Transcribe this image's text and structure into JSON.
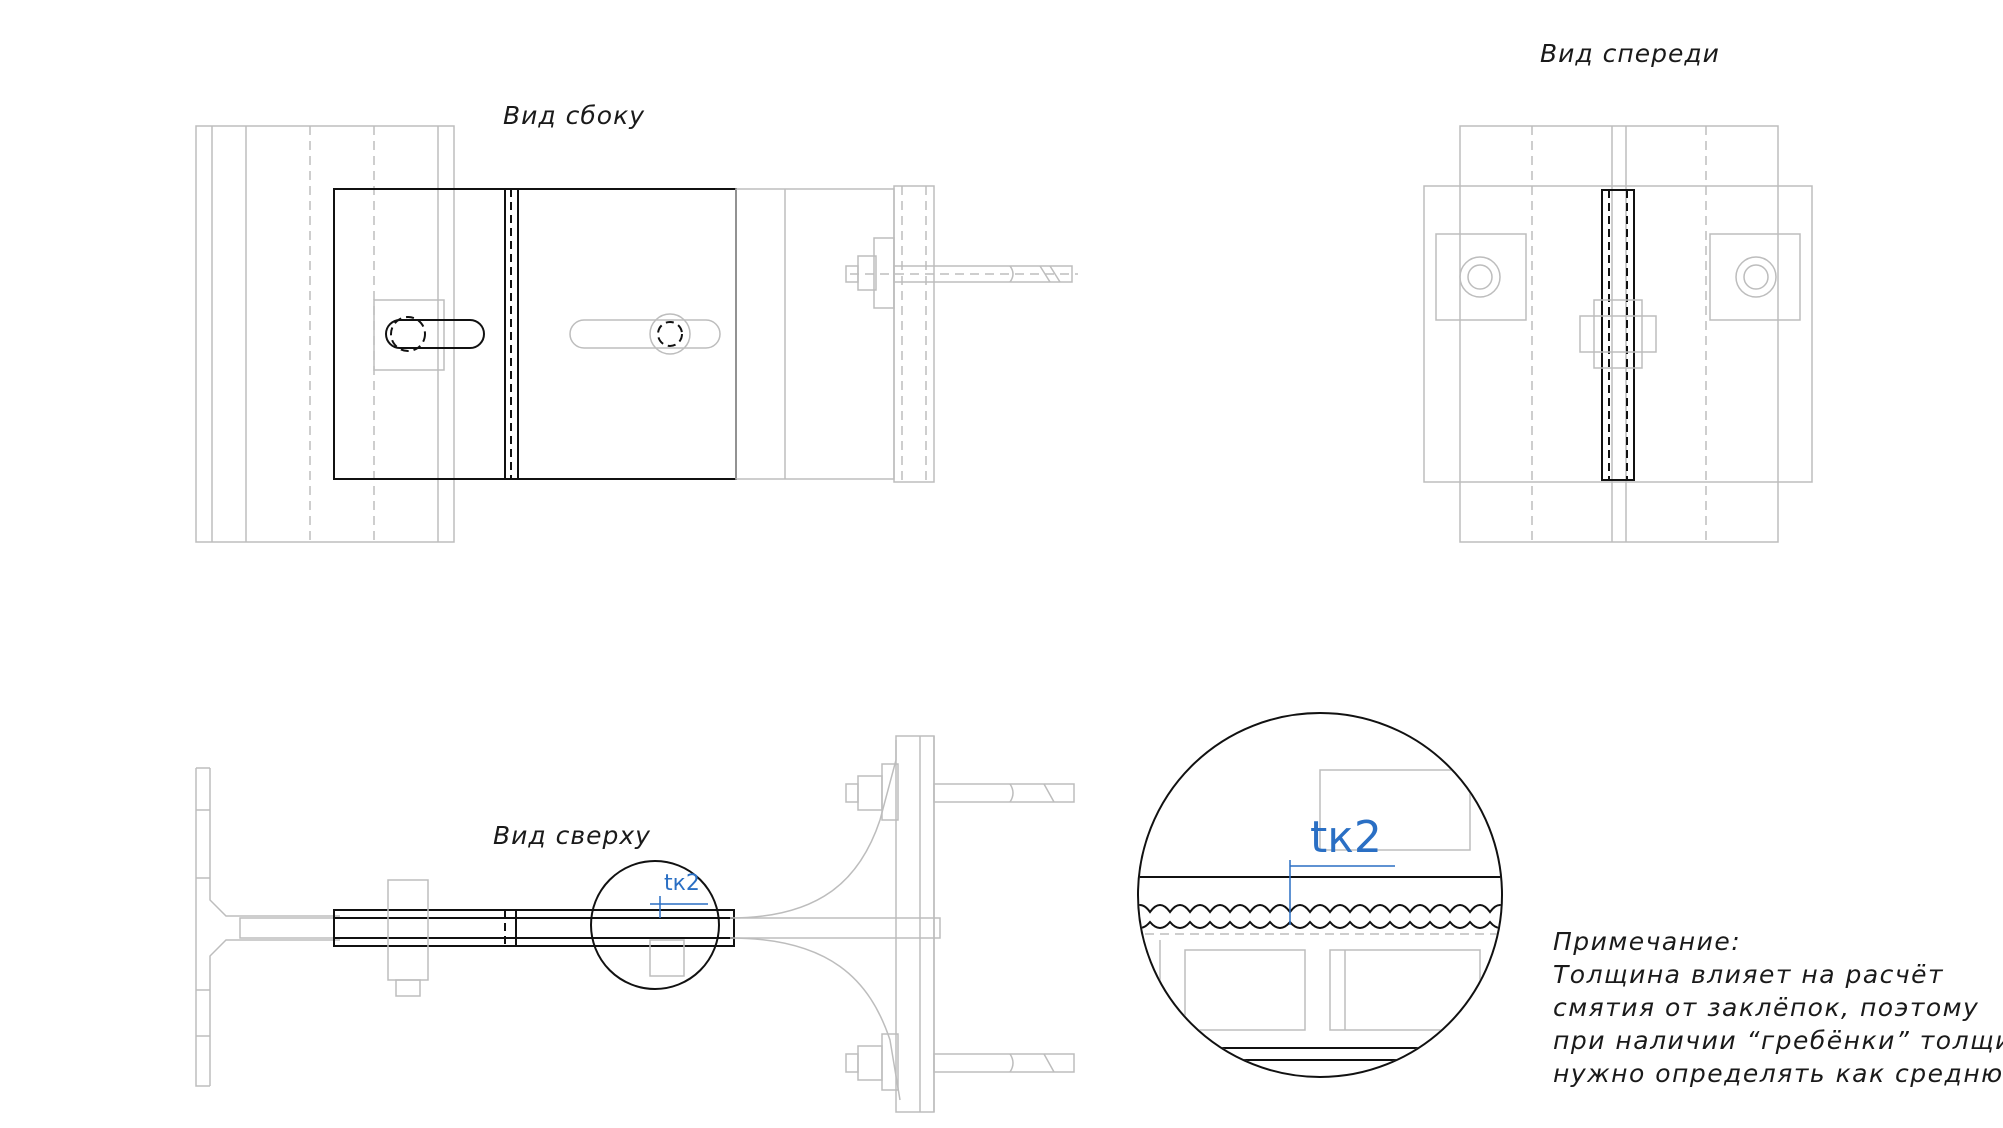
{
  "views": {
    "side": "Вид сбоку",
    "front": "Вид спереди",
    "top": "Вид сверху"
  },
  "dimension": {
    "label_small": "tк2",
    "label_large": "tк2"
  },
  "note": {
    "title": "Примечание:",
    "lines": [
      "Толщина влияет на расчёт",
      "смятия от заклёпок, поэтому",
      "при наличии “гребёнки” толщину",
      "нужно определять как среднюю"
    ]
  },
  "colors": {
    "dimension": "#2a6fc4",
    "outline": "#111111",
    "background_lines": "#bdbdbd"
  }
}
